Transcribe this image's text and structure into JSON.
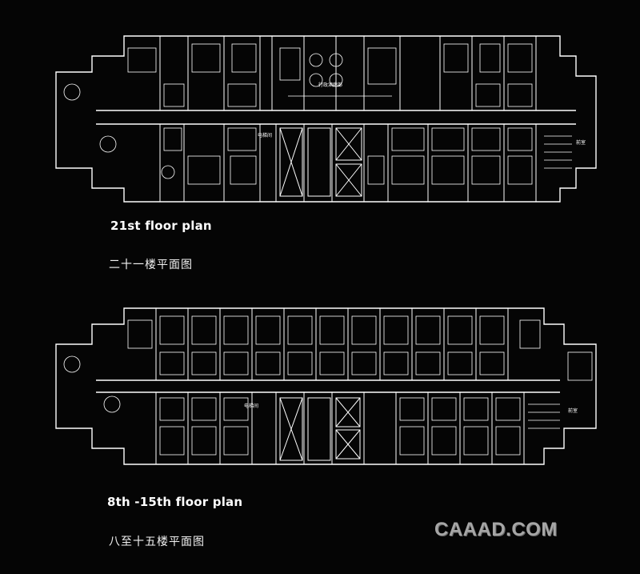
{
  "plans": [
    {
      "caption_en": "21st floor plan",
      "caption_zh": "二十一楼平面图",
      "room_labels": [
        "行政酒廊部",
        "电梯间",
        "前室"
      ]
    },
    {
      "caption_en": "8th -15th floor plan",
      "caption_zh": "八至十五楼平面图",
      "room_labels": [
        "电梯间",
        "前室"
      ]
    }
  ],
  "watermark": "CAAAD.COM",
  "colors": {
    "background": "#050505",
    "line": "#ffffff"
  }
}
